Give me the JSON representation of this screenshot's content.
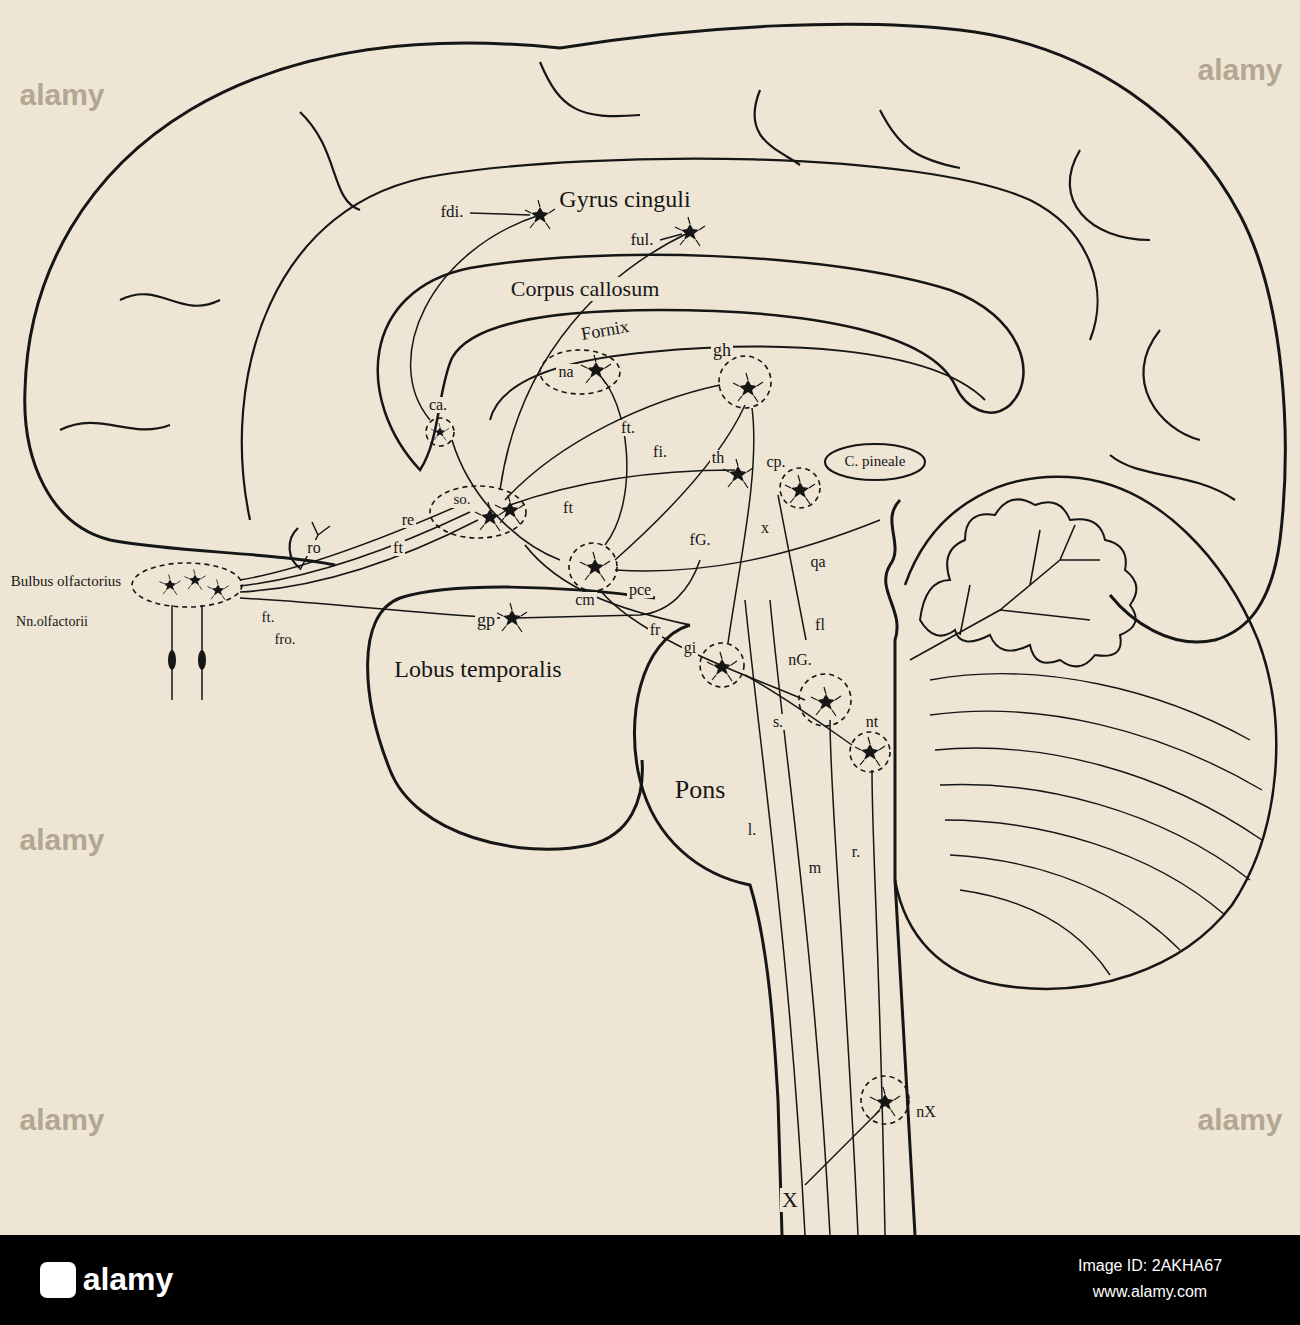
{
  "diagram": {
    "labels": [
      "Gyrus cinguli",
      "fdi.",
      "ful.",
      "Corpus callosum",
      "Fornix",
      "na",
      "gh",
      "ca.",
      "ft.",
      "fi.",
      "th",
      "cp.",
      "C. pineale",
      "re",
      "so.",
      "ft",
      "fG.",
      "x",
      "ro",
      "Bulbus olfactorius",
      "Nn.olfactorii",
      "ft.",
      "fro.",
      "ft",
      "gp",
      "cm",
      "pce",
      "fr",
      "qa",
      "fl",
      "Lobus temporalis",
      "gi",
      "nG.",
      "s.",
      "nt",
      "Pons",
      "l.",
      "m",
      "r.",
      "nX",
      "X",
      "alamy",
      "alamy",
      "alamy",
      "alamy",
      "alamy",
      "alamy",
      "Image ID: 2AKHA67",
      "www.alamy.com"
    ]
  }
}
